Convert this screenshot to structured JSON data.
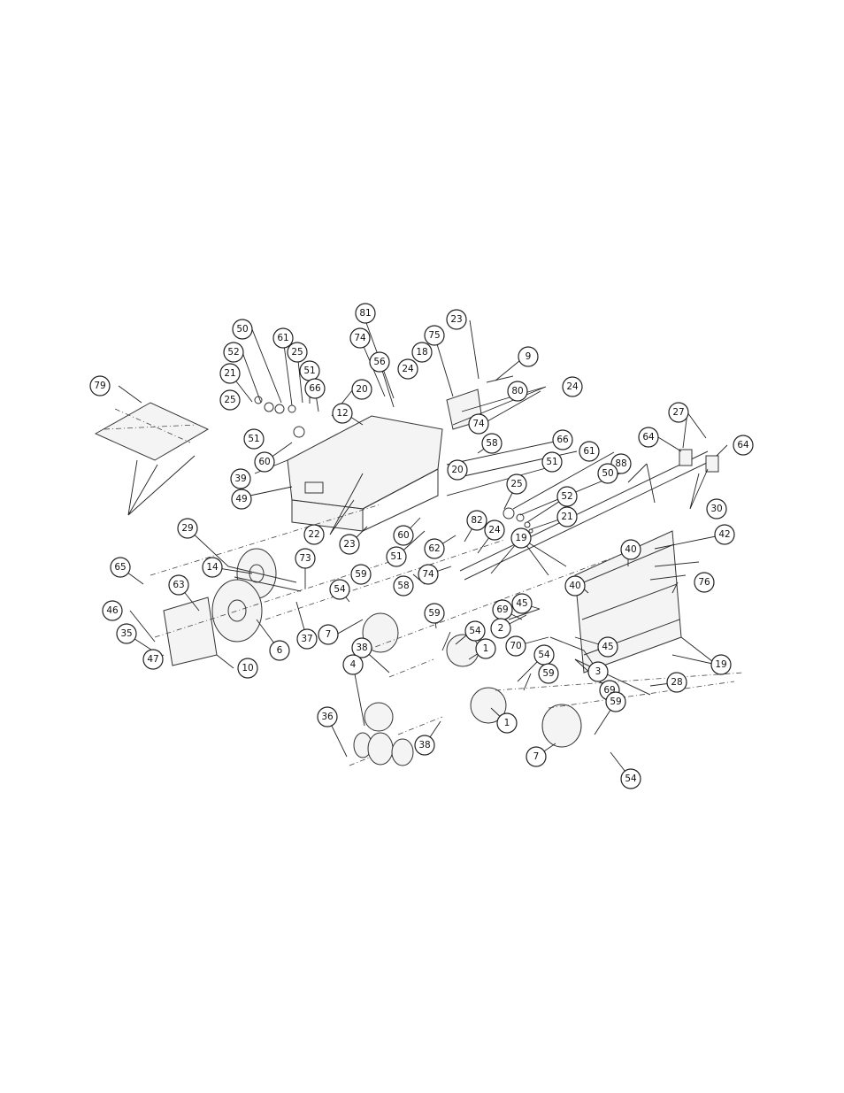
{
  "diagram": {
    "callouts": [
      "81",
      "23",
      "74",
      "75",
      "9",
      "50",
      "61",
      "52",
      "25",
      "18",
      "24",
      "21",
      "51",
      "56",
      "79",
      "66",
      "20",
      "80",
      "25",
      "12",
      "74",
      "51",
      "58",
      "27",
      "64",
      "64",
      "60",
      "24",
      "39",
      "49",
      "66",
      "61",
      "20",
      "51",
      "88",
      "50",
      "25",
      "52",
      "22",
      "60",
      "21",
      "82",
      "24",
      "30",
      "29",
      "73",
      "23",
      "51",
      "62",
      "19",
      "42",
      "40",
      "14",
      "65",
      "59",
      "74",
      "58",
      "76",
      "63",
      "6",
      "54",
      "40",
      "69",
      "45",
      "46",
      "35",
      "47",
      "10",
      "37",
      "7",
      "59",
      "54",
      "2",
      "70",
      "45",
      "19",
      "38",
      "1",
      "54",
      "59",
      "28",
      "4",
      "3",
      "69",
      "59",
      "36",
      "1",
      "38",
      "7",
      "54"
    ]
  }
}
